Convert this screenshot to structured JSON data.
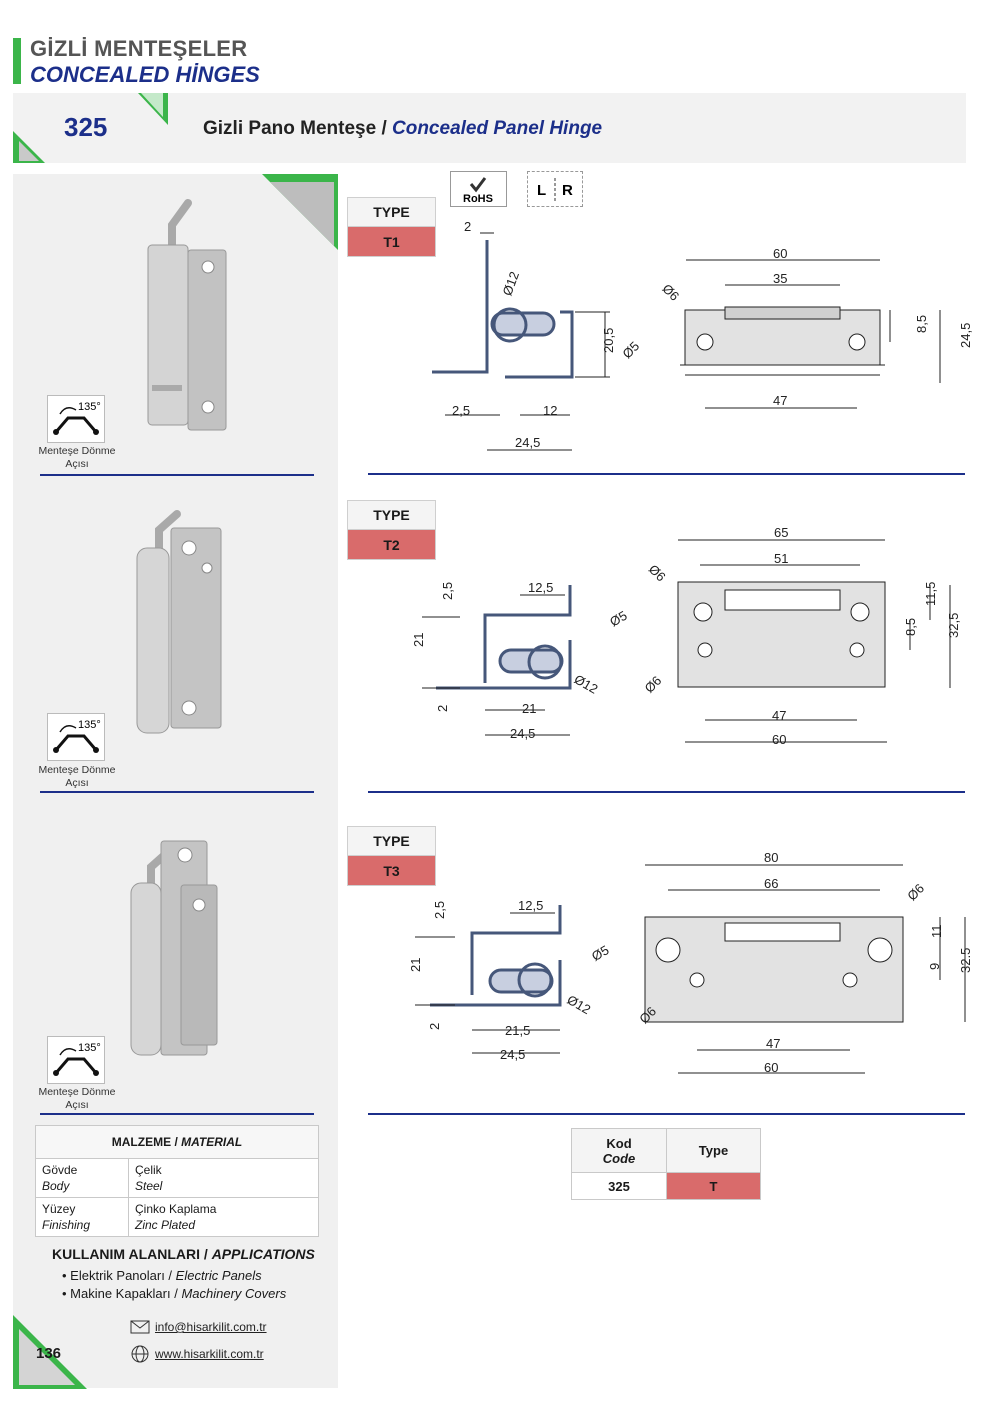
{
  "header": {
    "title_tr": "GİZLİ MENTEŞELER",
    "title_en": "CONCEALED HİNGES"
  },
  "product": {
    "code": "325",
    "name_tr": "Gizli Pano Menteşe",
    "separator": "/",
    "name_en": "Concealed Panel Hinge"
  },
  "badges": {
    "rohs": "RoHS",
    "lr_left": "L",
    "lr_right": "R"
  },
  "types": [
    {
      "label": "TYPE",
      "value": "T1"
    },
    {
      "label": "TYPE",
      "value": "T2"
    },
    {
      "label": "TYPE",
      "value": "T3"
    }
  ],
  "angle": {
    "value": "135°",
    "caption_line1": "Menteşe Dönme",
    "caption_line2": "Açısı"
  },
  "dims": {
    "t1": {
      "a": "2",
      "b": "Ø12",
      "c": "20,5",
      "d": "2,5",
      "e": "12",
      "f": "24,5",
      "g": "60",
      "h": "35",
      "i": "Ø6",
      "j": "Ø5",
      "k": "8,5",
      "l": "24,5",
      "m": "47"
    },
    "t2": {
      "a": "12,5",
      "b": "2,5",
      "c": "21",
      "d": "2",
      "e": "Ø12",
      "f": "21",
      "g": "24,5",
      "h": "65",
      "i": "51",
      "j": "Ø6",
      "k": "Ø5",
      "l": "Ø6",
      "m": "11,5",
      "n": "8,5",
      "o": "32,5",
      "p": "47",
      "q": "60"
    },
    "t3": {
      "a": "12,5",
      "b": "2,5",
      "c": "21",
      "d": "2",
      "e": "Ø12",
      "f": "21,5",
      "g": "24,5",
      "h": "80",
      "i": "66",
      "j": "Ø6",
      "k": "Ø5",
      "l": "Ø6",
      "m": "11",
      "n": "9",
      "o": "32,5",
      "p": "47",
      "q": "60"
    }
  },
  "material": {
    "heading_tr": "MALZEME",
    "heading_sep": "/",
    "heading_en": "MATERIAL",
    "rows": [
      {
        "key_tr": "Gövde",
        "key_en": "Body",
        "val_tr": "Çelik",
        "val_en": "Steel"
      },
      {
        "key_tr": "Yüzey",
        "key_en": "Finishing",
        "val_tr": "Çinko Kaplama",
        "val_en": "Zinc Plated"
      }
    ]
  },
  "applications": {
    "title_tr": "KULLANIM ALANLARI",
    "title_sep": "/",
    "title_en": "APPLICATIONS",
    "items": [
      {
        "tr": "• Elektrik Panoları /",
        "en": "Electric Panels"
      },
      {
        "tr": "• Makine Kapakları /",
        "en": "Machinery Covers"
      }
    ]
  },
  "contact": {
    "email": "info@hisarkilit.com.tr",
    "web": "www.hisarkilit.com.tr"
  },
  "page_number": "136",
  "code_table": {
    "h_code_tr": "Kod",
    "h_code_en": "Code",
    "h_type": "Type",
    "code": "325",
    "type": "T"
  },
  "colors": {
    "brand_blue": "#1c2f8a",
    "green": "#3bb54a",
    "type_red": "#d96b6b"
  }
}
